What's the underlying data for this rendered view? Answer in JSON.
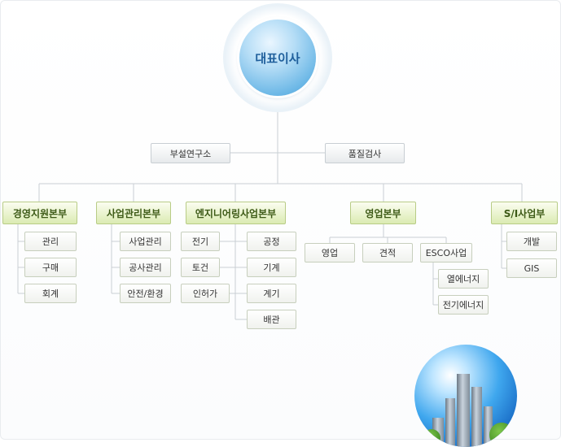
{
  "org": {
    "ceo": "대표이사",
    "staff": [
      "부설연구소",
      "품질검사"
    ],
    "divisions": [
      {
        "name": "경영지원본부",
        "units": [
          "관리",
          "구매",
          "회계"
        ]
      },
      {
        "name": "사업관리본부",
        "units": [
          "사업관리",
          "공사관리",
          "안전/환경"
        ]
      },
      {
        "name": "엔지니어링사업본부",
        "units_left": [
          "전기",
          "토건",
          "인허가"
        ],
        "units_right": [
          "공정",
          "기계",
          "계기",
          "배관"
        ]
      },
      {
        "name": "영업본부",
        "units": [
          "영업",
          "견적",
          "ESCO사업"
        ],
        "esco_units": [
          "열에너지",
          "전기에너지"
        ]
      },
      {
        "name": "S/I사업부",
        "units": [
          "개발",
          "GIS"
        ]
      }
    ]
  },
  "colors": {
    "green_box": "#dbebb2",
    "ceo_circle": "#6bb7e6",
    "connector": "#c8ced3"
  }
}
